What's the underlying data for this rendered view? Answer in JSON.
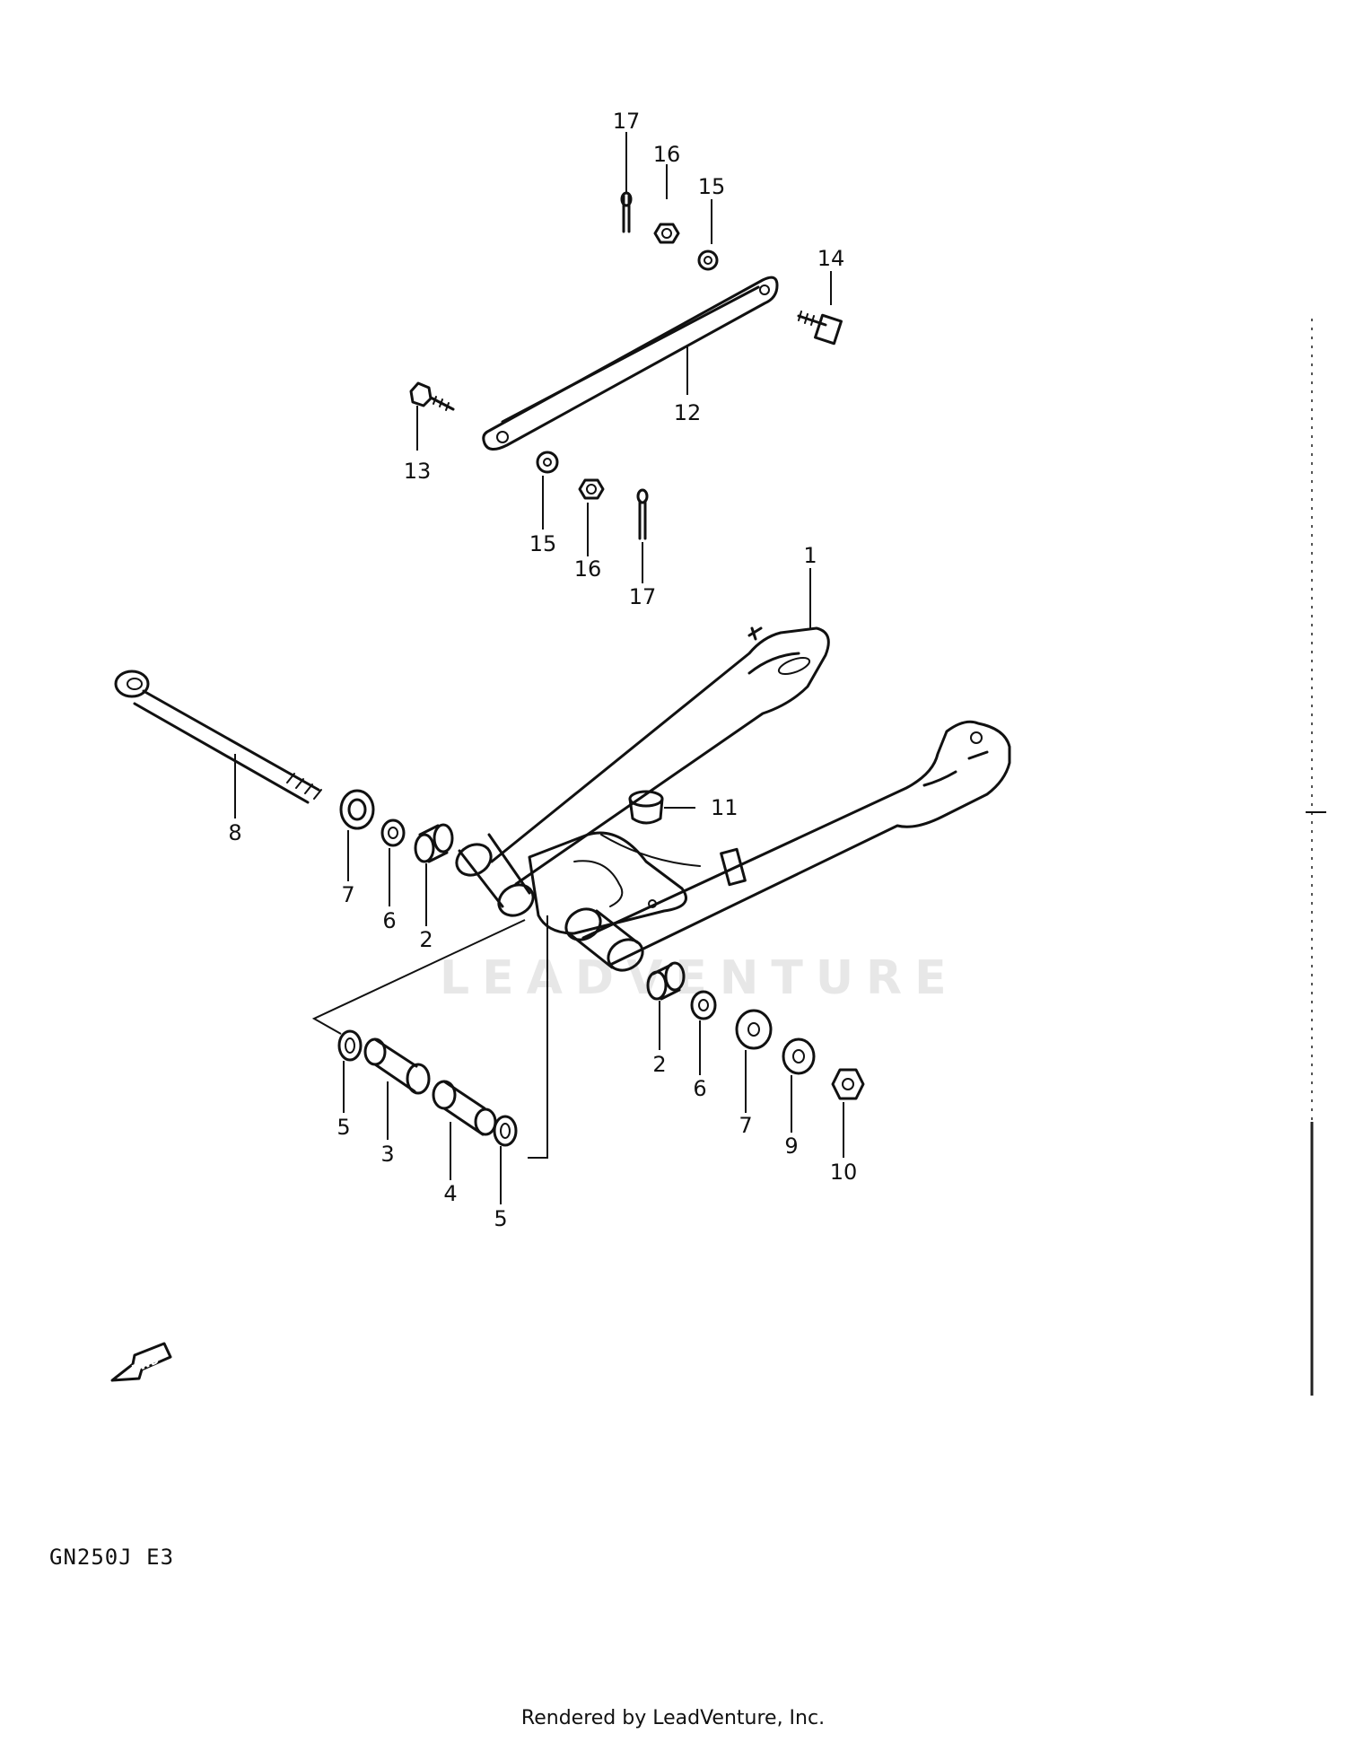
{
  "diagram": {
    "model_code": "GN250J  E3",
    "watermark": "LEADVENTURE",
    "footer": "Rendered by LeadVenture, Inc.",
    "fwd_label": "FWD",
    "callouts": {
      "c17a": "17",
      "c16a": "16",
      "c15a": "15",
      "c14": "14",
      "c12": "12",
      "c13": "13",
      "c15b": "15",
      "c16b": "16",
      "c17b": "17",
      "c1": "1",
      "c11": "11",
      "c8": "8",
      "c7a": "7",
      "c6a": "6",
      "c2a": "2",
      "c2b": "2",
      "c6b": "6",
      "c7b": "7",
      "c9": "9",
      "c10": "10",
      "c5a": "5",
      "c3": "3",
      "c4": "4",
      "c5b": "5"
    }
  }
}
